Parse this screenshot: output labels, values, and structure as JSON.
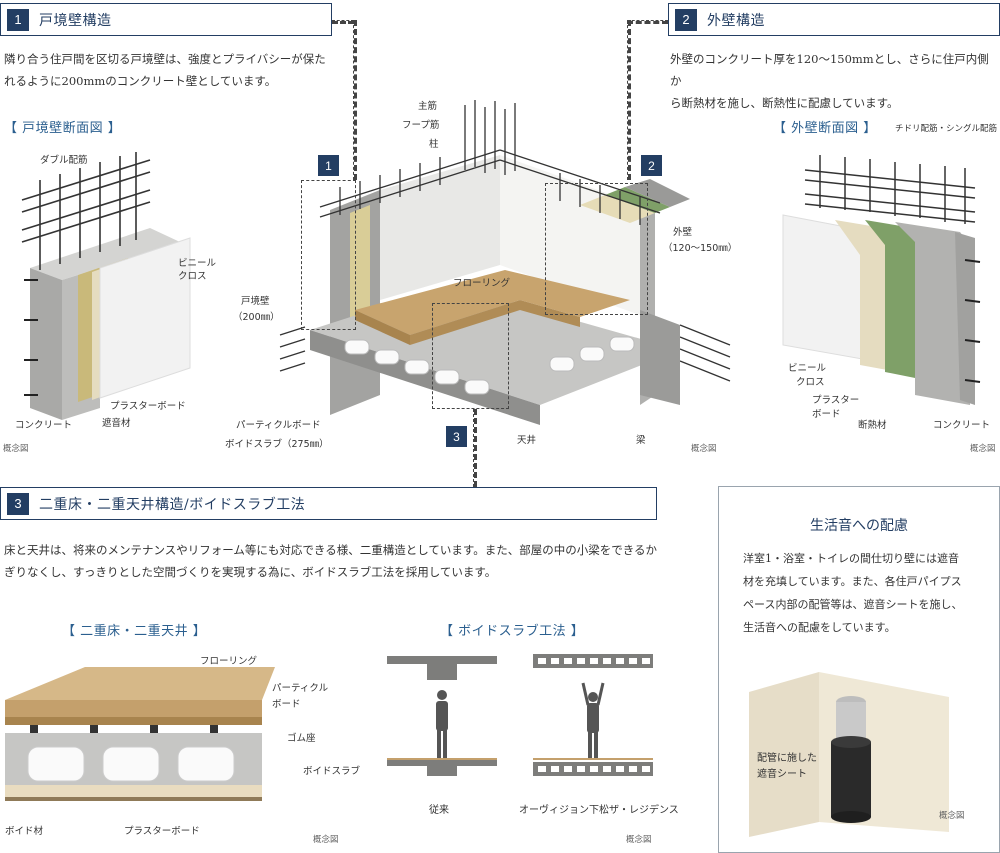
{
  "sections": {
    "s1": {
      "number": "1",
      "title": "戸境壁構造",
      "text_line1": "隣り合う住戸間を区切る戸境壁は、強度とプライバシーが保た",
      "text_line2": "れるように200mmのコンクリート壁としています。"
    },
    "s2": {
      "number": "2",
      "title": "外壁構造",
      "text_line1": "外壁のコンクリート厚を120～150mmとし、さらに住戸内側か",
      "text_line2": "ら断熱材を施し、断熱性に配慮しています。"
    },
    "s3": {
      "number": "3",
      "title": "二重床・二重天井構造/ボイドスラブ工法",
      "text_line1": "床と天井は、将来のメンテナンスやリフォーム等にも対応できる様、二重構造としています。また、部屋の中の小梁をできるか",
      "text_line2": "ぎりなくし、すっきりとした空間づくりを実現する為に、ボイドスラブ工法を採用しています。"
    }
  },
  "left_diagram": {
    "title": "【 戸境壁断面図 】",
    "labels": {
      "double": "ダブル配筋",
      "vinyl": "ビニール",
      "cloth": "クロス",
      "plaster": "プラスターボード",
      "concrete": "コンクリート",
      "sound": "遮音材"
    },
    "caption": "概念図"
  },
  "center_diagram": {
    "badge1": "1",
    "badge2": "2",
    "badge3": "3",
    "labels": {
      "main_bar": "主筋",
      "hoop": "フープ筋",
      "column": "柱",
      "flooring": "フローリング",
      "partition": "戸境壁",
      "partition_mm": "（200㎜）",
      "outer_wall": "外壁",
      "outer_wall_mm": "（120～150㎜）",
      "particle": "パーティクルボード",
      "void_slab": "ボイドスラブ（275㎜）",
      "ceiling": "天井",
      "beam": "梁"
    },
    "caption": "概念図"
  },
  "right_diagram": {
    "title": "【 外壁断面図 】",
    "labels": {
      "single": "チドリ配筋・シングル配筋",
      "vinyl": "ビニール",
      "cloth": "クロス",
      "plaster1": "プラスター",
      "plaster2": "ボード",
      "insulation": "断熱材",
      "concrete": "コンクリート"
    },
    "caption": "概念図"
  },
  "double_floor": {
    "title": "【 二重床・二重天井 】",
    "labels": {
      "flooring": "フローリング",
      "particle1": "パーティクル",
      "particle2": "ボード",
      "rubber": "ゴム座",
      "void_slab": "ボイドスラブ",
      "void_material": "ボイド材",
      "plaster": "プラスターボード"
    },
    "caption": "概念図"
  },
  "void_method": {
    "title": "【 ボイドスラブ工法 】",
    "labels": {
      "conventional": "従来",
      "this_project": "オーヴィジョン下松ザ・レジデンス"
    },
    "caption": "概念図"
  },
  "note": {
    "title": "生活音への配慮",
    "line1": "洋室1・浴室・トイレの間仕切り壁には遮音",
    "line2": "材を充填しています。また、各住戸パイプス",
    "line3": "ペース内部の配管等は、遮音シートを施し、",
    "line4": "生活音への配慮をしています。",
    "pipe_label1": "配管に施した",
    "pipe_label2": "遮音シート",
    "caption": "概念図"
  },
  "colors": {
    "navy": "#233e63",
    "title_blue": "#2b5f8f",
    "concrete": "#b8b8b6",
    "wood": "#c8a46e",
    "insulation": "#7fa068"
  }
}
